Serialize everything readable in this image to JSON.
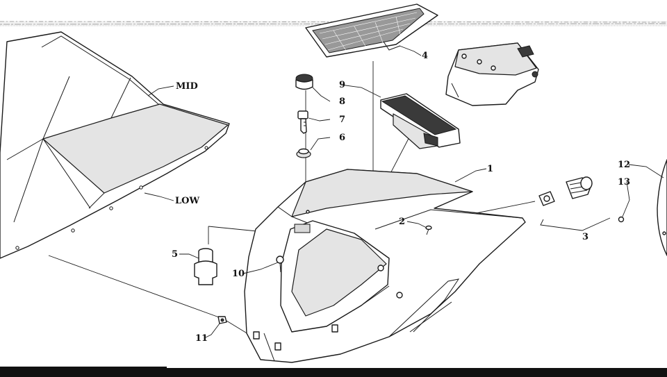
{
  "callouts": {
    "mid": "MID",
    "low": "LOW",
    "c1": "1",
    "c2": "2",
    "c3": "3",
    "c4": "4",
    "c5": "5",
    "c6": "6",
    "c7": "7",
    "c8": "8",
    "c9": "9",
    "c10": "10",
    "c11": "11",
    "c12": "12",
    "c13": "13"
  },
  "colors": {
    "line": "#1a1a1a",
    "shade": "#e4e4e4",
    "bottom_bar": "#111111"
  }
}
